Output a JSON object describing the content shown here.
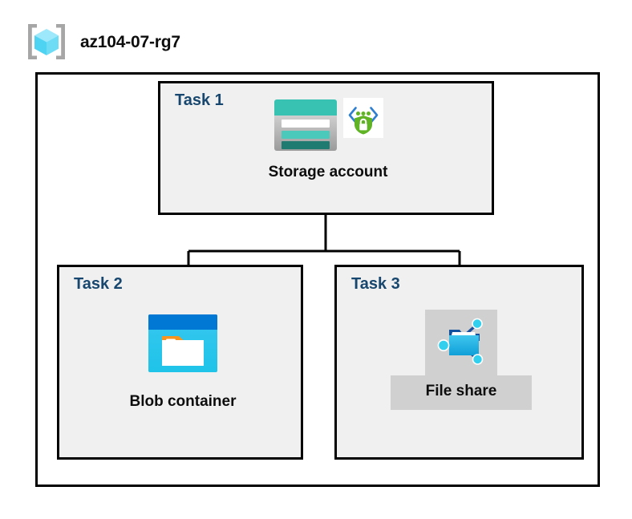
{
  "header": {
    "icon": "resource-group-icon",
    "title": "az104-07-rg7"
  },
  "boundary": {
    "name": "resource-group-boundary"
  },
  "tasks": [
    {
      "id": "task1",
      "label": "Task 1",
      "node": {
        "caption": "Storage account",
        "icons": [
          "storage-account-icon",
          "secure-endpoint-shield-icon"
        ]
      }
    },
    {
      "id": "task2",
      "label": "Task 2",
      "node": {
        "caption": "Blob container",
        "icons": [
          "blob-container-icon"
        ]
      }
    },
    {
      "id": "task3",
      "label": "Task 3",
      "node": {
        "caption": "File share",
        "icons": [
          "file-share-icon"
        ],
        "highlighted": true
      }
    }
  ],
  "connectors": [
    {
      "from": "Storage account",
      "to": "Blob container"
    },
    {
      "from": "Storage account",
      "to": "File share"
    }
  ],
  "colors": {
    "task_label": "#17476e",
    "caption": "#0d0d0d",
    "box_fill": "#f0f0f0",
    "box_border": "#000000",
    "canvas": "#ffffff",
    "highlight": "#d0d0d0",
    "storage_teal": "#37c2b1",
    "storage_teal_dark": "#1d7b72",
    "blob_blue": "#0078d4",
    "blob_cyan": "#32bedd",
    "accent_orange": "#f7941e",
    "shield_green": "#5fb324",
    "node_cyan": "#32d0ee",
    "rg_cube_cyan": "#7fe0f7",
    "rg_bracket_gray": "#a6a6a6"
  }
}
